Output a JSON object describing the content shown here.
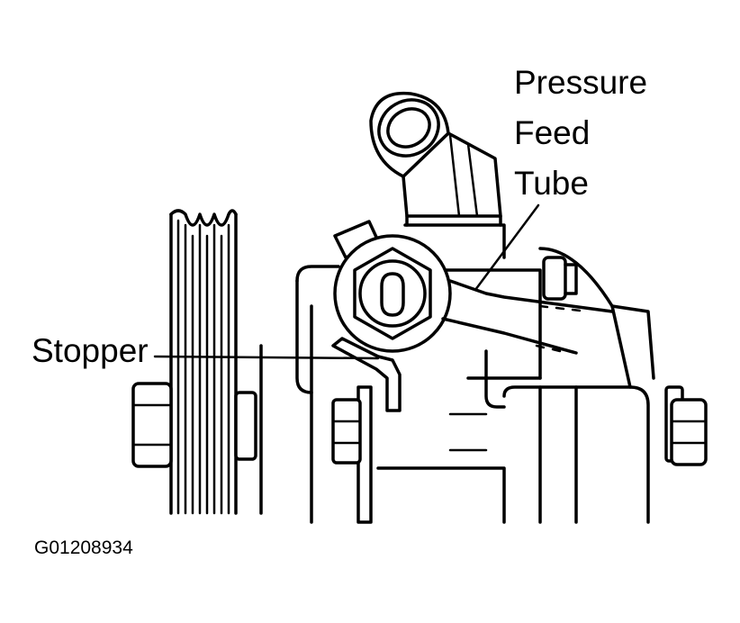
{
  "labels": {
    "pressure_feed_tube": [
      "Pressure",
      "Feed",
      "Tube"
    ],
    "stopper": "Stopper"
  },
  "figure_id": "G01208934"
}
